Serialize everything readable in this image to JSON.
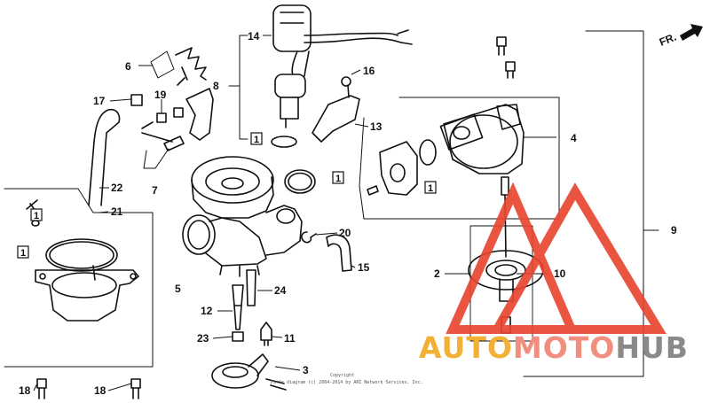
{
  "diagram": {
    "callouts": [
      "1",
      "2",
      "3",
      "4",
      "5",
      "6",
      "7",
      "8",
      "9",
      "10",
      "11",
      "12",
      "13",
      "14",
      "15",
      "16",
      "17",
      "18",
      "19",
      "20",
      "21",
      "22",
      "23",
      "24"
    ],
    "boxed_label": "1",
    "direction_label": "FR.",
    "copyright_line1": "Copyright",
    "copyright_line2": "Parts diagram (c) 2004-2014 by ARI Network Services, Inc."
  },
  "watermark": {
    "part1": "AUTO",
    "part2": "MOTO",
    "part3": "HUB",
    "colors": {
      "part1": "#f2b035",
      "part2": "#f08e7f",
      "part3": "#8a8a8a",
      "logo": "#e8432e"
    }
  }
}
